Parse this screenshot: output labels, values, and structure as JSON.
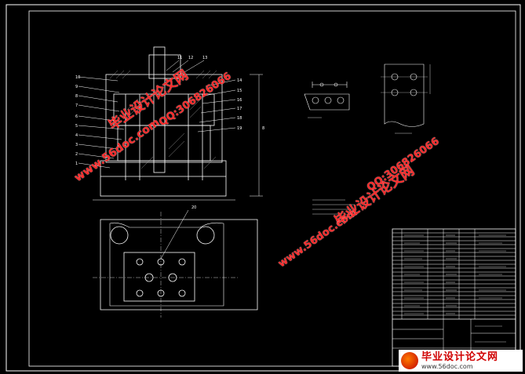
{
  "drawing": {
    "part_labels_left": [
      "10",
      "9",
      "8",
      "7",
      "6",
      "5",
      "4",
      "3",
      "2",
      "1"
    ],
    "part_labels_right": [
      "14",
      "15",
      "16",
      "17",
      "18",
      "19"
    ],
    "part_labels_top": [
      "11",
      "12",
      "13"
    ],
    "label_20": "20",
    "label_8": "8"
  },
  "watermarks": {
    "url": "www.56doc.com",
    "qq": "QQ:306826066",
    "brand": "毕业设计论文网"
  },
  "brand_box": {
    "name": "毕业设计论文网",
    "url": "www.56doc.com"
  }
}
